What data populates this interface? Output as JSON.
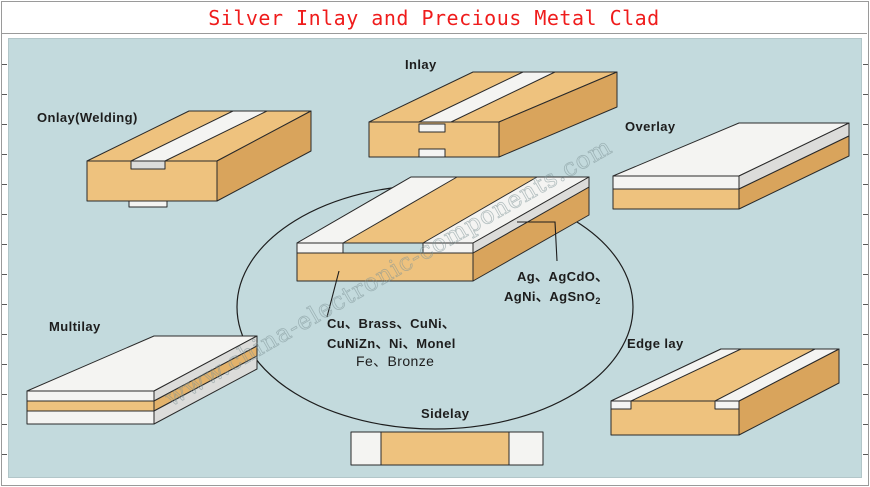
{
  "title": "Silver Inlay and Precious Metal Clad",
  "watermark": "www.china-electronic-components.com",
  "labels": {
    "onlay": "Onlay(Welding)",
    "inlay": "Inlay",
    "overlay": "Overlay",
    "multilay": "Multilay",
    "edge_lay": "Edge lay",
    "sidelay": "Sidelay"
  },
  "callouts": {
    "precious_line1": "Ag、AgCdO、",
    "precious_line2": "AgNi、AgSnO",
    "precious_sub": "2",
    "base_line1": "Cu、Brass、CuNi、",
    "base_line2": "CuNiZn、Ni、Monel",
    "base_line3": "Fe、Bronze"
  },
  "colors": {
    "title": "#ef1c1c",
    "panel": "#c3dadd",
    "base_metal": "#eec27e",
    "precious_metal": "#f4f4f2"
  }
}
